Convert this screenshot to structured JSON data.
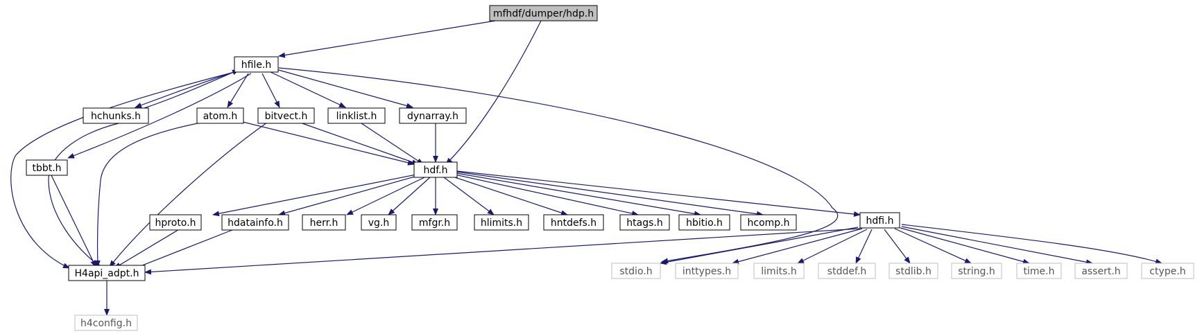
{
  "diagram": {
    "nodes": {
      "hdp": "mfhdf/dumper/hdp.h",
      "hfile": "hfile.h",
      "hchunks": "hchunks.h",
      "atom": "atom.h",
      "bitvect": "bitvect.h",
      "linklist": "linklist.h",
      "dynarray": "dynarray.h",
      "tbbt": "tbbt.h",
      "hdf": "hdf.h",
      "hproto": "hproto.h",
      "hdatainfo": "hdatainfo.h",
      "herr": "herr.h",
      "vg": "vg.h",
      "mfgr": "mfgr.h",
      "hlimits": "hlimits.h",
      "hntdefs": "hntdefs.h",
      "htags": "htags.h",
      "hbitio": "hbitio.h",
      "hcomp": "hcomp.h",
      "hdfi": "hdfi.h",
      "h4api": "H4api_adpt.h",
      "h4config": "h4config.h",
      "stdio": "stdio.h",
      "inttypes": "inttypes.h",
      "limits": "limits.h",
      "stddef": "stddef.h",
      "stdlib": "stdlib.h",
      "string": "string.h",
      "time": "time.h",
      "assert": "assert.h",
      "ctype": "ctype.h"
    },
    "colors": {
      "edge": "#191970",
      "border_main": "#000000",
      "border_system": "#bfbfbf",
      "fill_root": "#bfbfbf",
      "text_main": "#000000",
      "text_system": "#555555"
    }
  }
}
